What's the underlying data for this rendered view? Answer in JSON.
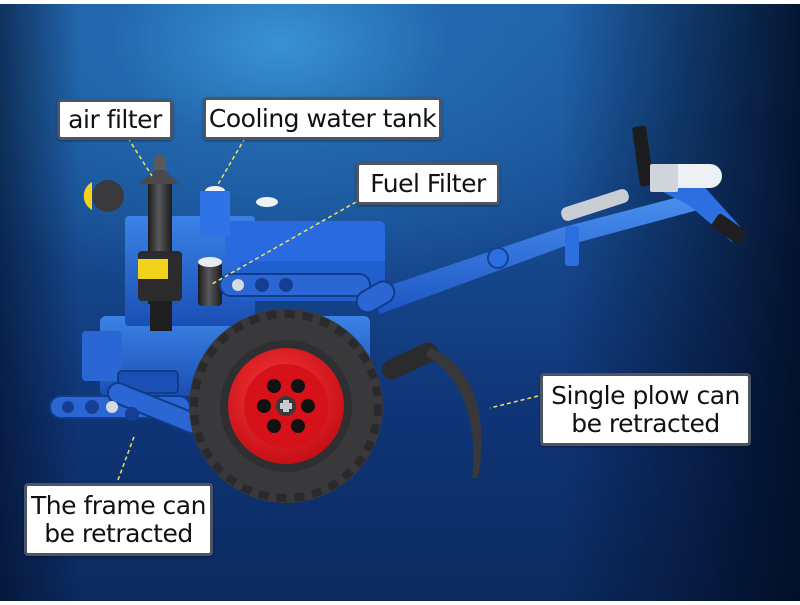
{
  "image": {
    "subject": "blue building-block walk-behind tractor (power tiller) model with red wheel and single plow",
    "background_colors": {
      "light": "#3a96d6",
      "mid": "#174c92",
      "dark": "#0b2a5f",
      "edge": "#020c20"
    },
    "leader_line_color": "#e9e26a",
    "model_colors": {
      "body_blue": "#1f5fd0",
      "body_blue_light": "#3b82e6",
      "wheel_rim": "#e0141c",
      "tire": "#3a3a3c",
      "dark_parts": "#2a2a2c",
      "white_parts": "#e8ecf0",
      "yellow_cap": "#f2d31b"
    }
  },
  "callouts": {
    "air_filter": {
      "label": "air filter"
    },
    "cooling_water_tank": {
      "label": "Cooling water tank"
    },
    "fuel_filter": {
      "label": "Fuel Filter"
    },
    "single_plow": {
      "line1": "Single plow can",
      "line2": "be retracted"
    },
    "frame": {
      "line1": "The frame can",
      "line2": "be retracted"
    }
  }
}
